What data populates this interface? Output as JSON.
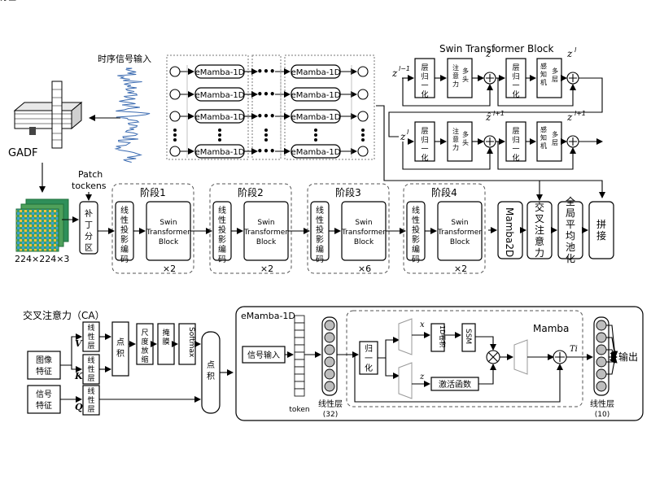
{
  "top": {
    "signal_input": "时序信号输入",
    "emamba_block": "eMamba-1D",
    "gadf": "GADF",
    "patch_tokens": "Patch tockens",
    "image_size": "224×224×3",
    "patch_partition": "补丁分区"
  },
  "swin_block": {
    "title": "Swin Transformer Block",
    "layer_norm": "层归一化",
    "msa": "多头注意力",
    "mlp": "多层感知机",
    "z_in1": "z",
    "z_in1_sup": "l−1",
    "z_hat1": "ẑ",
    "z_hat1_sup": "l",
    "z_out1": "z",
    "z_out1_sup": "l",
    "z_in2": "z",
    "z_in2_sup": "l",
    "z_hat2": "ẑ",
    "z_hat2_sup": "l+1",
    "z_out2": "z",
    "z_out2_sup": "l+1"
  },
  "stages": [
    {
      "name": "阶段1",
      "proj": "线性投影编码",
      "swin": "Swin Transformer Block",
      "mult": "×2"
    },
    {
      "name": "阶段2",
      "proj": "线性投影编码",
      "swin": "Swin Transformer Block",
      "mult": "×2"
    },
    {
      "name": "阶段3",
      "proj": "线性投影编码",
      "swin": "Swin Transformer Block",
      "mult": "×6"
    },
    {
      "name": "阶段4",
      "proj": "线性投影编码",
      "swin": "Swin Transformer Block",
      "mult": "×2"
    }
  ],
  "heads": {
    "mamba2d": "Mamba2D",
    "cross_attention": "交叉注意力",
    "global_pool": "全局平均池化",
    "concat": "拼接"
  },
  "ca": {
    "title": "交叉注意力（CA）",
    "image_feature": "图像特征",
    "signal_feature": "信号特征",
    "linear": "线性层",
    "v": "V",
    "k": "K",
    "q": "Q",
    "dot": "点积",
    "scale": "尺度放缩",
    "mask": "掩膜",
    "softmax": "Softmax",
    "dot2": "点积"
  },
  "emamba": {
    "title": "eMamba-1D",
    "signal_input": "信号输入",
    "token": "token",
    "linear_in": "线性层",
    "linear_in_dim": "(32)",
    "norm": "归一化",
    "conv": "1D卷积",
    "ssm": "SSM",
    "activation": "激活函数",
    "mamba": "Mamba",
    "x": "x",
    "z": "z",
    "ti": "Ti",
    "linear_out": "线性层",
    "linear_out_dim": "(10)",
    "output": "输出"
  }
}
